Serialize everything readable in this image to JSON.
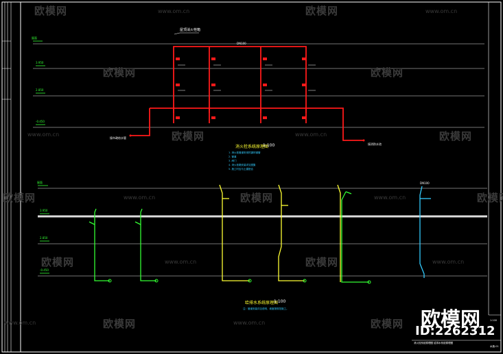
{
  "watermark": {
    "logo_text": "欧模网",
    "url_text": "www.om.cn",
    "id_text": "ID:2262312"
  },
  "top_diagram": {
    "title": "消火栓系统原理图",
    "scale": "1:100",
    "floor_labels": [
      "屋面",
      "3.950",
      "2.850",
      "-0.450"
    ],
    "pipe_label": "DN100",
    "note_top": "屋顶消火栓箱",
    "note_left": "接市政给水管",
    "note_right": "接消防水池",
    "notes": [
      "1. 消火栓管道采用热镀锌钢管",
      "2. 管道",
      "3. 阀门",
      "4. 消火栓箱安装详见图集",
      "5. 施工时应与土建配合"
    ]
  },
  "bottom_diagram": {
    "title": "给排水系统原理图",
    "scale": "1:100",
    "floor_labels": [
      "屋面",
      "3.950",
      "2.850",
      "-0.450"
    ],
    "note": "注：管道安装详见说明，坡度按规范施工。",
    "pipe_label": "DN100"
  },
  "title_block": {
    "sheet_no": "水施-01",
    "scale": "1:100",
    "drawing_name": "消火栓系统原理图  给排水系统原理图"
  },
  "colors": {
    "red": "#ff1a1a",
    "green": "#33ff33",
    "yellow": "#ffff33",
    "cyan": "#33ccff",
    "white": "#ffffff",
    "gray": "#9a9a9a"
  }
}
